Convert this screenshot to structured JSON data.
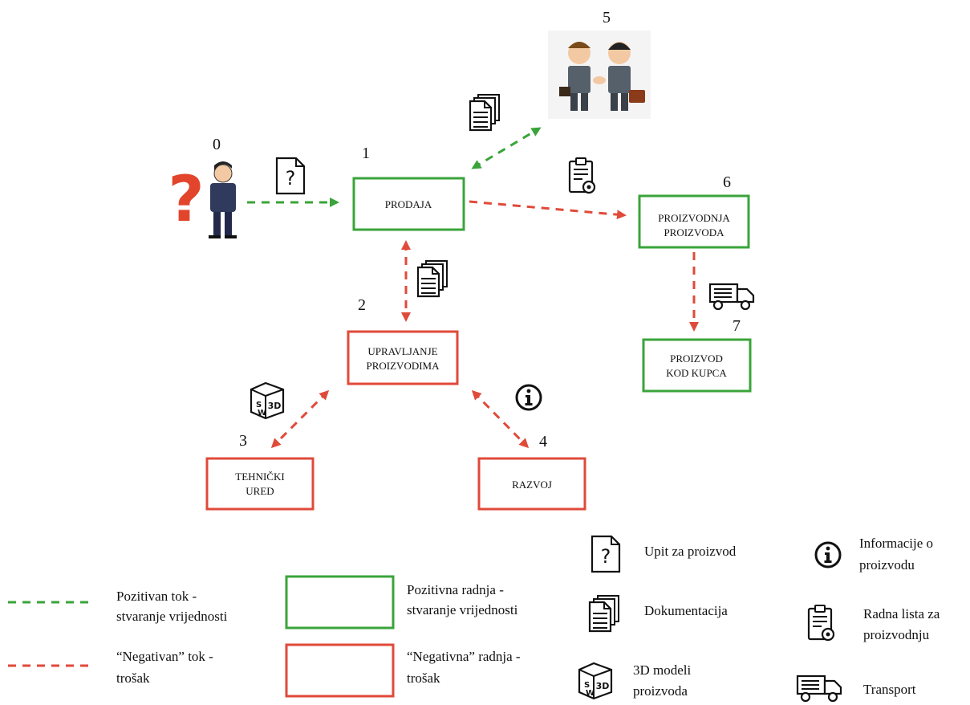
{
  "nodes": {
    "n0": {
      "number": "0"
    },
    "n1": {
      "number": "1",
      "label": "PRODAJA"
    },
    "n2": {
      "number": "2",
      "line1": "UPRAVLJANJE",
      "line2": "PROIZVODIMA"
    },
    "n3": {
      "number": "3",
      "line1": "TEHNIČKI",
      "line2": "URED"
    },
    "n4": {
      "number": "4",
      "label": "RAZVOJ"
    },
    "n5": {
      "number": "5"
    },
    "n6": {
      "number": "6",
      "line1": "PROIZVODNJA",
      "line2": "PROIZVODA"
    },
    "n7": {
      "number": "7",
      "line1": "PROIZVOD",
      "line2": "KOD KUPCA"
    }
  },
  "icons": {
    "inquiry": "3D-text sw",
    "sw3d": "3D"
  },
  "legend": {
    "positive_flow": {
      "line1": "Pozitivan tok -",
      "line2": "stvaranje vrijednosti"
    },
    "negative_flow": {
      "line1": "“Negativan” tok -",
      "line2": "trošak"
    },
    "positive_action": {
      "line1": "Pozitivna radnja -",
      "line2": "stvaranje vrijednosti"
    },
    "negative_action": {
      "line1": "“Negativna” radnja -",
      "line2": "trošak"
    },
    "inquiry": "Upit za proizvod",
    "documentation": "Dokumentacija",
    "models": {
      "line1": "3D modeli",
      "line2": "proizvoda"
    },
    "info": {
      "line1": "Informacije o",
      "line2": "proizvodu"
    },
    "worklist": {
      "line1": "Radna lista za",
      "line2": "proizvodnju"
    },
    "transport": "Transport"
  },
  "colors": {
    "positive": "#3aa43a",
    "negative": "#e04a3a"
  }
}
